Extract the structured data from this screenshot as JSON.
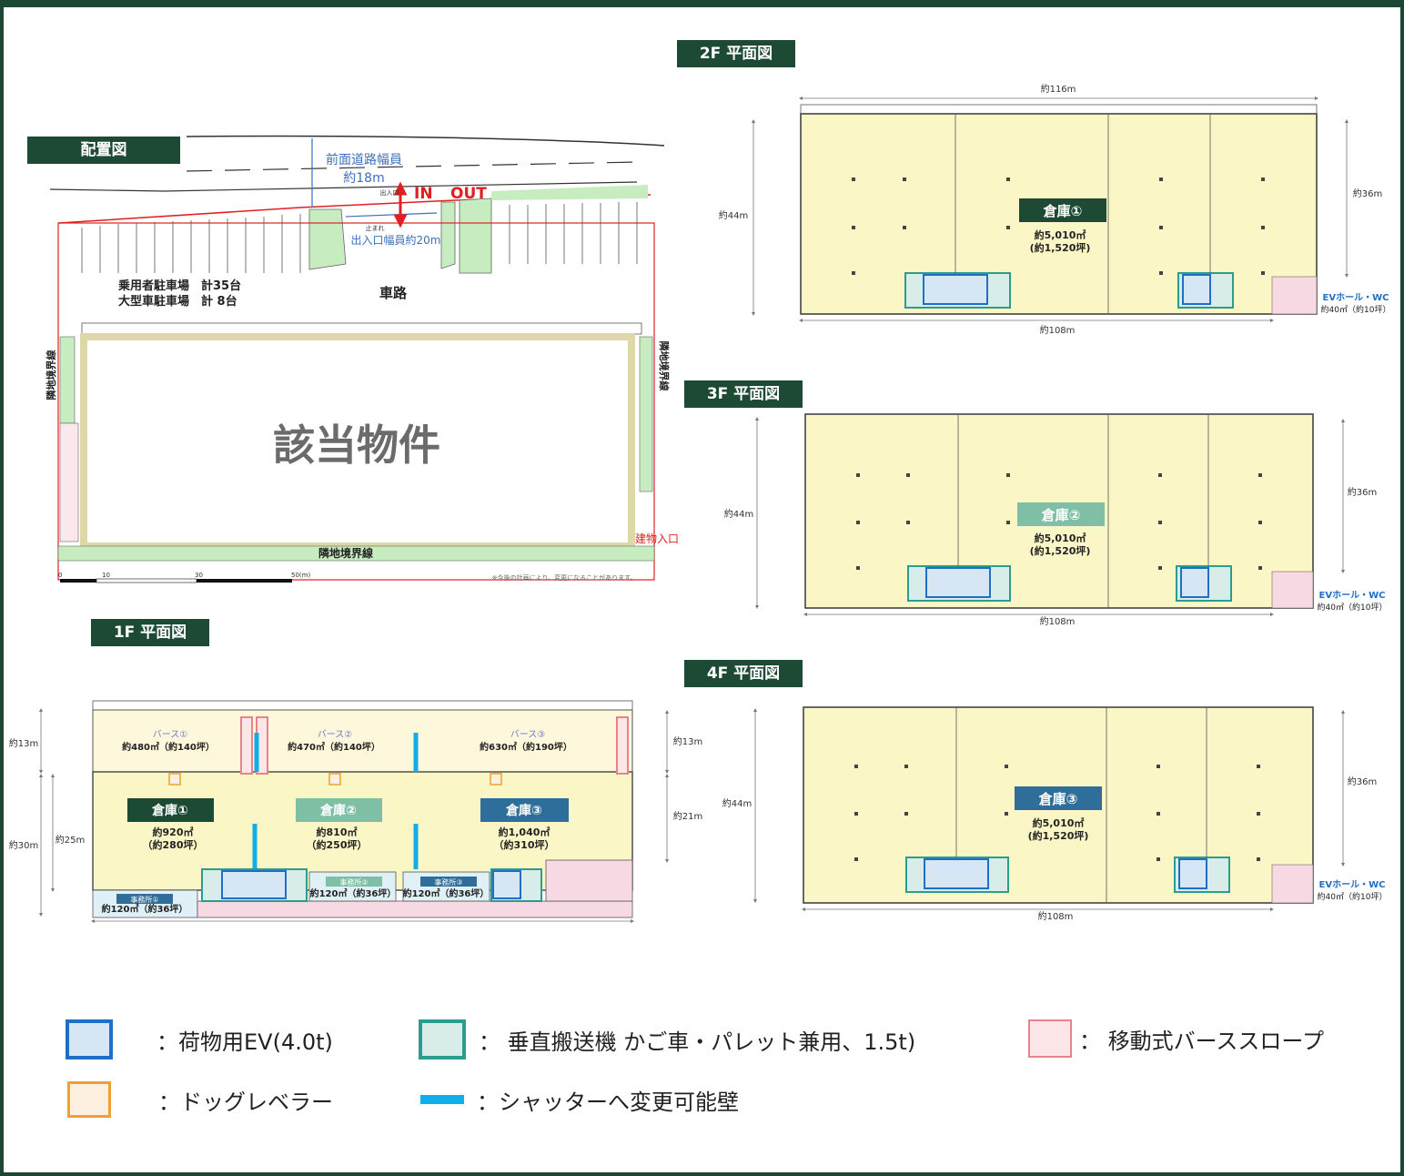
{
  "headers": {
    "site": "配置図",
    "f1": "1F 平面図",
    "f2": "2F 平面図",
    "f3": "3F 平面図",
    "f4": "4F 平面図"
  },
  "site_plan": {
    "road_width_label": "前面道路幅員",
    "road_width_value": "約18m",
    "entrance_small": "出入口",
    "stop_label": "止まれ",
    "in_label": "IN",
    "out_label": "OUT",
    "entrance_width": "出入口幅員約20m",
    "parking_car": "乗用者駐車場　計35台",
    "parking_truck": "大型車駐車場　計 8台",
    "lane": "車路",
    "property": "該当物件",
    "boundary_left": "隣地境界線",
    "boundary_right": "隣地境界線",
    "boundary_bottom": "隣地境界線",
    "building_entrance": "建物入口",
    "scale_0": "0",
    "scale_10": "10",
    "scale_30": "30",
    "scale_50": "50(m)",
    "note": "※今後の計画により、変更になることがあります。"
  },
  "floor_upper": {
    "f2": {
      "warehouse": "倉庫①",
      "area": "約5,010㎡",
      "tsubo": "(約1,520坪)",
      "top_dim": "約116m",
      "bottom_dim": "約108m",
      "left_dim": "約44m",
      "right_dim": "約36m",
      "ev_label": "EVホール・WC",
      "ev_area": "約40㎡（約10坪）",
      "badge_color": "#1d4a35"
    },
    "f3": {
      "warehouse": "倉庫②",
      "area": "約5,010㎡",
      "tsubo": "(約1,520坪)",
      "bottom_dim": "約108m",
      "left_dim": "約44m",
      "right_dim": "約36m",
      "ev_label": "EVホール・WC",
      "ev_area": "約40㎡（約10坪）",
      "badge_color": "#7fbfa6"
    },
    "f4": {
      "warehouse": "倉庫③",
      "area": "約5,010㎡",
      "tsubo": "(約1,520坪)",
      "bottom_dim": "約108m",
      "left_dim": "約44m",
      "right_dim": "約36m",
      "ev_label": "EVホール・WC",
      "ev_area": "約40㎡（約10坪）",
      "badge_color": "#2f6e9a"
    }
  },
  "floor1": {
    "dims": {
      "left_top": "約13m",
      "left_bottom": "約30m",
      "left_mid": "約25m",
      "right_top": "約13m",
      "right_bottom": "約21m"
    },
    "berths": [
      {
        "label": "バース①",
        "area": "約480㎡（約140坪）"
      },
      {
        "label": "バース②",
        "area": "約470㎡（約140坪）"
      },
      {
        "label": "バース③",
        "area": "約630㎡（約190坪）"
      }
    ],
    "warehouses": [
      {
        "label": "倉庫①",
        "area": "約920㎡",
        "tsubo": "（約280坪）",
        "color": "#1d4a35"
      },
      {
        "label": "倉庫②",
        "area": "約810㎡",
        "tsubo": "（約250坪）",
        "color": "#7fbfa6"
      },
      {
        "label": "倉庫③",
        "area": "約1,040㎡",
        "tsubo": "（約310坪）",
        "color": "#2f6e9a"
      }
    ],
    "offices": [
      {
        "label": "事務所①",
        "area": "約120㎡（約36坪）"
      },
      {
        "label": "事務所②",
        "area": "約120㎡（約36坪）"
      },
      {
        "label": "事務所③",
        "area": "約120㎡（約36坪）"
      }
    ]
  },
  "legend": {
    "cargo_ev": "：荷物用EV(4.0t)",
    "vertical": "：  垂直搬送機 かご車・パレット兼用、1.5t)",
    "slope": "：  移動式バーススロープ",
    "dock": "：ドッグレベラー",
    "shutter": "：シャッターへ変更可能壁",
    "colors": {
      "ev_border": "#1f6fc7",
      "ev_fill": "#d6e6f4",
      "vt_border": "#2a9d8f",
      "vt_fill": "#d8ede9",
      "slope_border": "#e8838d",
      "slope_fill": "#fde6e8",
      "dock_border": "#f0a030",
      "dock_fill": "#fdf0e0",
      "shutter": "#10aee8"
    }
  }
}
